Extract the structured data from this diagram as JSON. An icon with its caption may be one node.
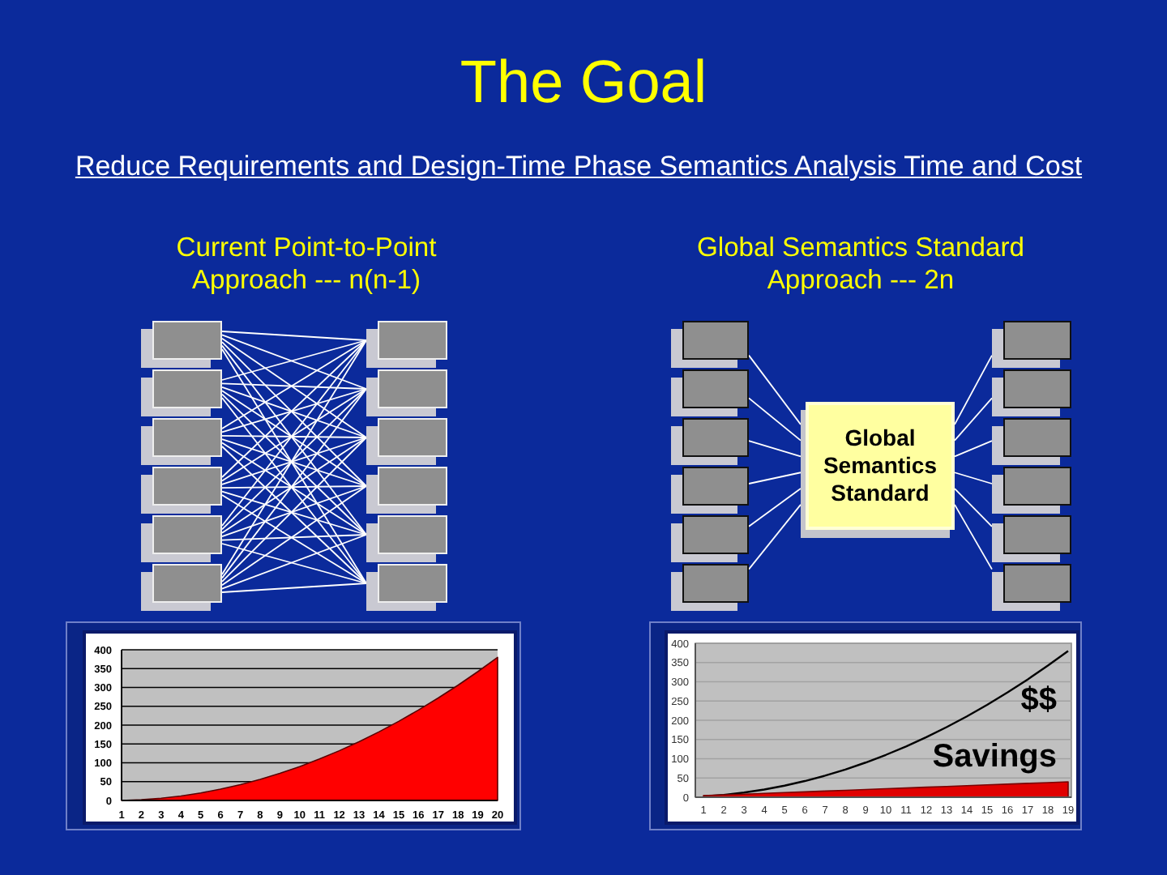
{
  "diagram": {
    "title": "The Goal",
    "nodes": [
      {
        "text": [],
        "shape": "box"
      },
      {
        "text": [],
        "shape": "box"
      },
      {
        "text": [],
        "shape": "box"
      },
      {
        "text": [],
        "shape": "box"
      },
      {
        "text": [],
        "shape": "box"
      },
      {
        "text": [],
        "shape": "box"
      },
      {
        "text": [],
        "shape": "box"
      },
      {
        "text": [],
        "shape": "box"
      },
      {
        "text": [],
        "shape": "box"
      },
      {
        "text": [],
        "shape": "box"
      },
      {
        "text": [],
        "shape": "box"
      },
      {
        "text": [],
        "shape": "box"
      },
      {
        "text": [],
        "shape": "box"
      },
      {
        "text": [],
        "shape": "box"
      },
      {
        "text": [],
        "shape": "box"
      },
      {
        "text": [],
        "shape": "box"
      },
      {
        "text": [],
        "shape": "box"
      },
      {
        "text": [],
        "shape": "box"
      },
      {
        "text": [
          "Global Semantics Standard"
        ]
      },
      {
        "text": [],
        "shape": "box"
      },
      {
        "text": [],
        "shape": "box"
      },
      {
        "text": [],
        "shape": "box"
      },
      {
        "text": [],
        "shape": "box"
      },
      {
        "text": [],
        "shape": "box"
      },
      {
        "text": [],
        "shape": "box"
      }
    ],
    "edges": [
      {
        "from": 0,
        "to": 6,
        "arrow": "none"
      },
      {
        "from": 0,
        "to": 7,
        "arrow": "none"
      },
      {
        "from": 0,
        "to": 8,
        "arrow": "none"
      },
      {
        "from": 0,
        "to": 9,
        "arrow": "none"
      },
      {
        "from": 0,
        "to": 10,
        "arrow": "none"
      },
      {
        "from": 0,
        "to": 11,
        "arrow": "none"
      },
      {
        "from": 1,
        "to": 6,
        "arrow": "none"
      },
      {
        "from": 1,
        "to": 7,
        "arrow": "none"
      },
      {
        "from": 1,
        "to": 8,
        "arrow": "none"
      },
      {
        "from": 1,
        "to": 9,
        "arrow": "none"
      },
      {
        "from": 1,
        "to": 10,
        "arrow": "none"
      },
      {
        "from": 1,
        "to": 11,
        "arrow": "none"
      },
      {
        "from": 2,
        "to": 6,
        "arrow": "none"
      },
      {
        "from": 2,
        "to": 7,
        "arrow": "none"
      },
      {
        "from": 2,
        "to": 8,
        "arrow": "none"
      },
      {
        "from": 2,
        "to": 9,
        "arrow": "none"
      },
      {
        "from": 2,
        "to": 10,
        "arrow": "none"
      },
      {
        "from": 2,
        "to": 11,
        "arrow": "none"
      },
      {
        "from": 3,
        "to": 6,
        "arrow": "none"
      },
      {
        "from": 3,
        "to": 7,
        "arrow": "none"
      },
      {
        "from": 3,
        "to": 8,
        "arrow": "none"
      },
      {
        "from": 3,
        "to": 9,
        "arrow": "none"
      },
      {
        "from": 3,
        "to": 10,
        "arrow": "none"
      },
      {
        "from": 3,
        "to": 11,
        "arrow": "none"
      },
      {
        "from": 4,
        "to": 6,
        "arrow": "none"
      },
      {
        "from": 4,
        "to": 7,
        "arrow": "none"
      },
      {
        "from": 4,
        "to": 8,
        "arrow": "none"
      },
      {
        "from": 4,
        "to": 9,
        "arrow": "none"
      },
      {
        "from": 4,
        "to": 10,
        "arrow": "none"
      },
      {
        "from": 4,
        "to": 11,
        "arrow": "none"
      },
      {
        "from": 5,
        "to": 6,
        "arrow": "none"
      },
      {
        "from": 5,
        "to": 7,
        "arrow": "none"
      },
      {
        "from": 5,
        "to": 8,
        "arrow": "none"
      },
      {
        "from": 5,
        "to": 9,
        "arrow": "none"
      },
      {
        "from": 5,
        "to": 10,
        "arrow": "none"
      },
      {
        "from": 5,
        "to": 11,
        "arrow": "none"
      },
      {
        "from": 12,
        "to": 18,
        "arrow": "none"
      },
      {
        "from": 13,
        "to": 18,
        "arrow": "none"
      },
      {
        "from": 14,
        "to": 18,
        "arrow": "none"
      },
      {
        "from": 15,
        "to": 18,
        "arrow": "none"
      },
      {
        "from": 16,
        "to": 18,
        "arrow": "none"
      },
      {
        "from": 17,
        "to": 18,
        "arrow": "none"
      },
      {
        "from": 18,
        "to": 19,
        "arrow": "none"
      },
      {
        "from": 18,
        "to": 20,
        "arrow": "none"
      },
      {
        "from": 18,
        "to": 21,
        "arrow": "none"
      },
      {
        "from": 18,
        "to": 22,
        "arrow": "none"
      },
      {
        "from": 18,
        "to": 23,
        "arrow": "none"
      },
      {
        "from": 18,
        "to": 24,
        "arrow": "none"
      }
    ],
    "labels": [
      "Reduce Requirements and Design-Time Phase Semantics Analysis Time and Cost",
      "Current Point-to-Point Approach --- n(n-1)",
      "Global Semantics Standard Approach --- 2n"
    ],
    "chart_data": [
      {
        "type": "area",
        "categories": [
          1,
          2,
          3,
          4,
          5,
          6,
          7,
          8,
          9,
          10,
          11,
          12,
          13,
          14,
          15,
          16,
          17,
          18,
          19,
          20
        ],
        "series": [
          {
            "color": "#ff0000",
            "values": [
              0,
              2,
              6,
              12,
              20,
              30,
              42,
              56,
              72,
              90,
              110,
              132,
              156,
              182,
              210,
              240,
              272,
              306,
              342,
              380
            ]
          }
        ],
        "ylim": [
          0,
          400
        ],
        "yticks": [
          0,
          50,
          100,
          150,
          200,
          250,
          300,
          350,
          400
        ],
        "grid": true
      },
      {
        "type": "area",
        "categories": [
          1,
          2,
          3,
          4,
          5,
          6,
          7,
          8,
          9,
          10,
          11,
          12,
          13,
          14,
          15,
          16,
          17,
          18,
          19
        ],
        "series": [
          {
            "type": "line",
            "color": "#000000",
            "values": [
              2,
              6,
              12,
              20,
              30,
              42,
              56,
              72,
              90,
              110,
              132,
              156,
              182,
              210,
              240,
              272,
              306,
              342,
              380
            ]
          },
          {
            "color": "#e00000",
            "values": [
              4,
              6,
              8,
              10,
              12,
              14,
              16,
              18,
              20,
              22,
              24,
              26,
              28,
              30,
              32,
              34,
              36,
              38,
              40
            ]
          }
        ],
        "ylim": [
          0,
          400
        ],
        "yticks": [
          0,
          50,
          100,
          150,
          200,
          250,
          300,
          350,
          400
        ],
        "grid": true,
        "annotations": [
          "$$",
          "Savings"
        ]
      }
    ]
  }
}
